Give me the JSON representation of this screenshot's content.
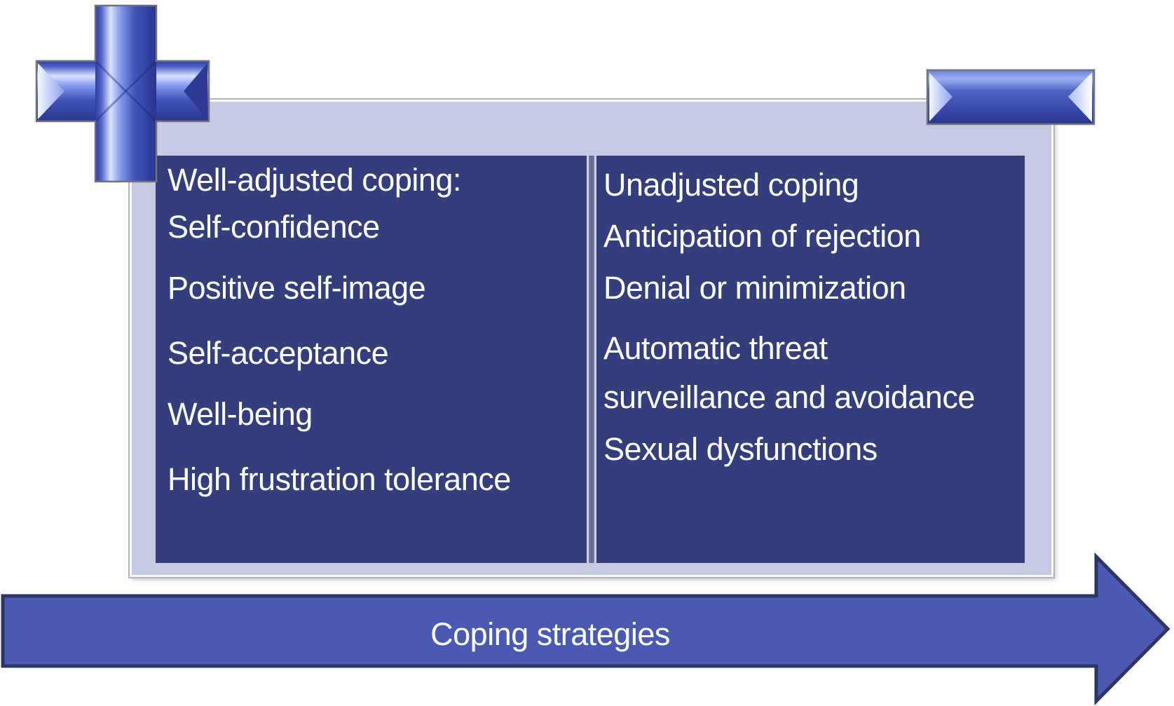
{
  "icons": {
    "plus_icon": "+",
    "minus_icon": "−"
  },
  "panels": {
    "left": {
      "lines": [
        "Well-adjusted coping:",
        "Self-confidence",
        "Positive self-image",
        "Self-acceptance",
        "Well-being",
        "High frustration tolerance"
      ]
    },
    "right": {
      "lines": [
        "Unadjusted coping",
        "Anticipation of rejection",
        "Denial or minimization",
        "Automatic threat",
        "surveillance and avoidance",
        "Sexual dysfunctions"
      ]
    }
  },
  "arrow": {
    "label": "Coping strategies"
  },
  "colors": {
    "panel_background": "#353e7c",
    "card_background": "#c6cae4",
    "arrow_fill": "#4a59b2",
    "arrow_border": "#2c3564",
    "text_color": "#ffffff",
    "icon_blue": "#4053b8"
  }
}
